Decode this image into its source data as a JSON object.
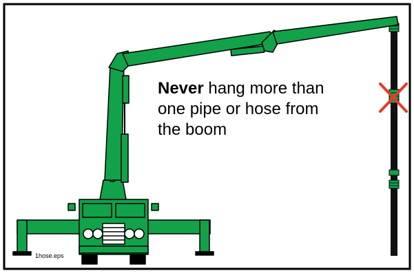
{
  "warning": {
    "emphasis": "Never",
    "line1_rest": " hang more than",
    "line2": "one pipe or hose from",
    "line3": "the boom"
  },
  "file_label": "1hose.eps",
  "colors": {
    "truck_green": "#12a24a",
    "outline": "#000000",
    "pipe": "#111111",
    "cross_red": "#e5392a",
    "background": "#ffffff"
  },
  "icons": {
    "prohibited_mark": "red-x-icon"
  }
}
